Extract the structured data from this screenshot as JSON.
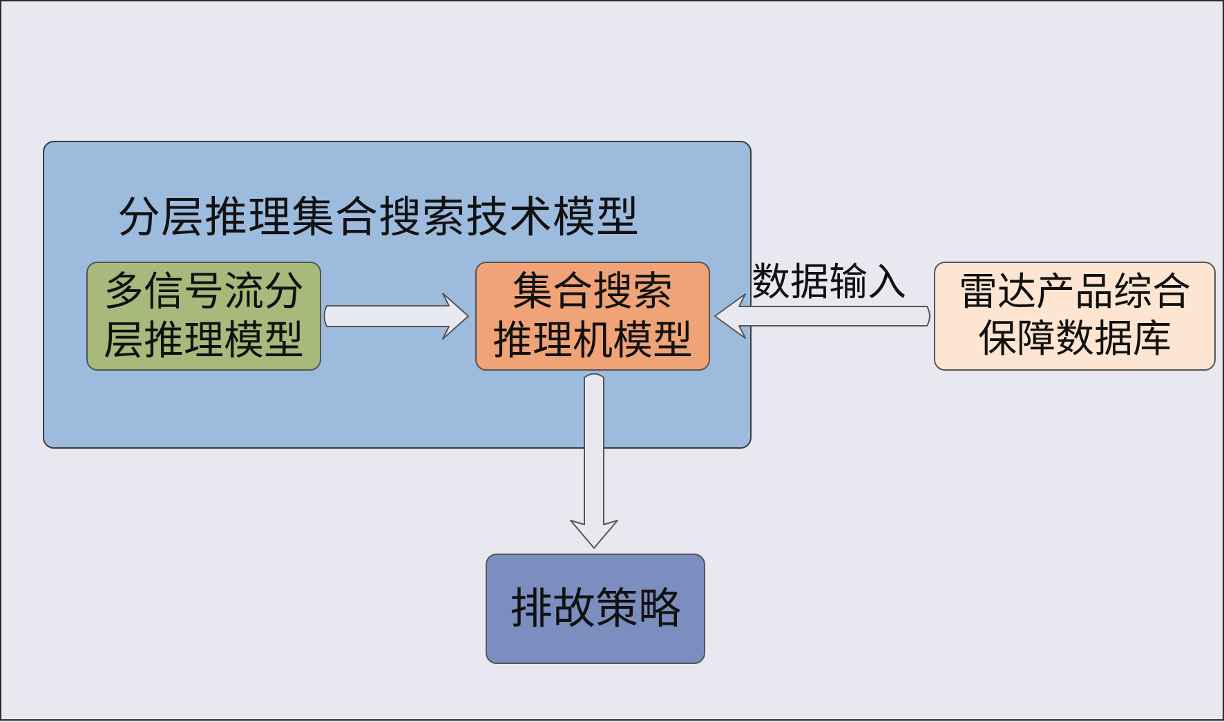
{
  "diagram": {
    "outer_title": "分层推理集合搜索技术模型",
    "nodes": {
      "hierarchical": {
        "line1": "多信号流分",
        "line2": "层推理模型"
      },
      "engine": {
        "line1": "集合搜索",
        "line2": "推理机模型"
      },
      "database": {
        "line1": "雷达产品综合",
        "line2": "保障数据库"
      },
      "strategy": {
        "label": "排故策略"
      }
    },
    "edges": {
      "input_label": "数据输入"
    },
    "colors": {
      "background": "#e8e8f0",
      "outer_container": "#9dbbdd",
      "hierarchical": "#a8b97c",
      "engine": "#f0a376",
      "database": "#fde5d2",
      "strategy": "#7b8ebf",
      "arrow_fill": "#e8e8f0"
    }
  }
}
